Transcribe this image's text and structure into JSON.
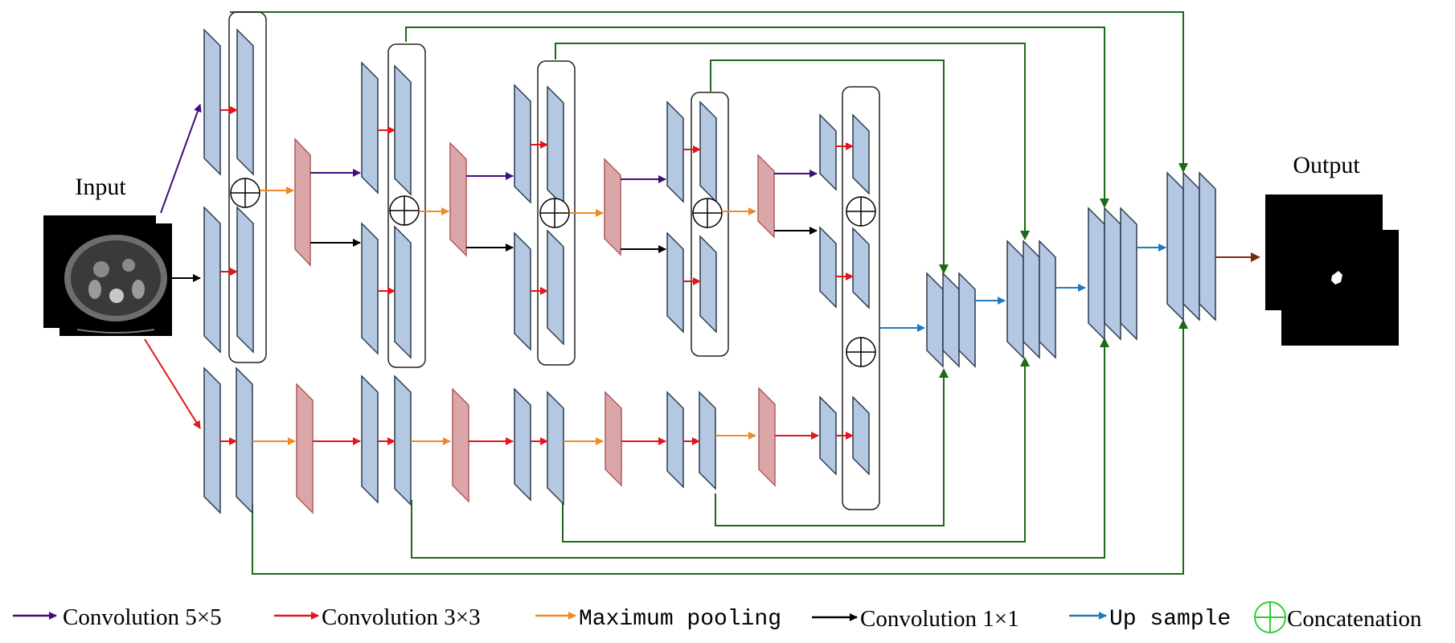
{
  "labels": {
    "input": "Input",
    "output": "Output"
  },
  "legend": [
    {
      "key": "conv5",
      "text": "Convolution 5×5"
    },
    {
      "key": "conv3",
      "text": "Convolution 3×3"
    },
    {
      "key": "pool",
      "text": "Maximum pooling"
    },
    {
      "key": "conv1",
      "text": "Convolution 1×1"
    },
    {
      "key": "up",
      "text": "Up sample"
    },
    {
      "key": "concat",
      "text": "Concatenation"
    }
  ],
  "colors": {
    "conv5": "#3f0f7a",
    "conv3": "#e3161b",
    "pool": "#f08a24",
    "conv1": "#000000",
    "up": "#1f7bbf",
    "skip": "#1c6a18",
    "output_arrow": "#7a2a0c",
    "concat_legend": "#33cc33",
    "feature_fill": "#b4c8e1",
    "feature_stroke": "#2b3b4e",
    "pool_fill": "#dba6a8",
    "pool_stroke": "#b05a5c"
  }
}
